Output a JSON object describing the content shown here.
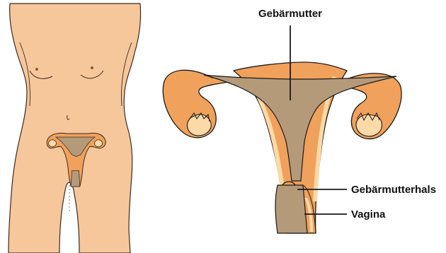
{
  "labels": {
    "uterus": "Gebärmutter",
    "cervix": "Gebärmutterhals",
    "vagina": "Vagina"
  },
  "colors": {
    "skin": "#f6c79a",
    "skin_outline": "#3a2a22",
    "organ_orange": "#f0a15b",
    "organ_light": "#fbd9a8",
    "cavity": "#b59a7a",
    "line": "#1a1a1a"
  }
}
